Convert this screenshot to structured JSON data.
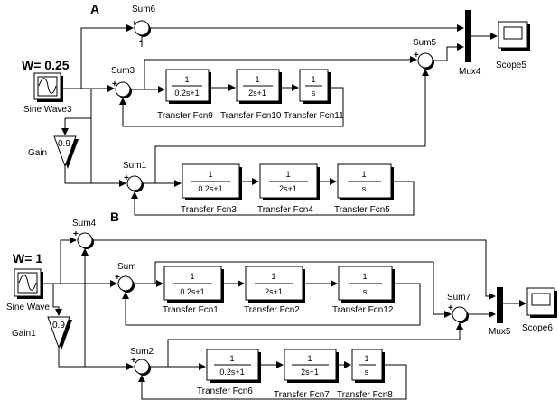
{
  "sections": {
    "a": "A",
    "b": "B"
  },
  "inputs": {
    "w_a": "W= 0.25",
    "w_b": "W= 1"
  },
  "sources": {
    "sine_a": "Sine Wave3",
    "sine_b": "Sine Wave"
  },
  "gains": {
    "gain_a": {
      "label": "Gain",
      "value": "0.9"
    },
    "gain_b": {
      "label": "Gain1",
      "value": "0.9"
    }
  },
  "sums": {
    "sum6": "Sum6",
    "sum3": "Sum3",
    "sum5": "Sum5",
    "sum1": "Sum1",
    "sum4": "Sum4",
    "sum": "Sum",
    "sum7": "Sum7",
    "sum2": "Sum2"
  },
  "mux": {
    "mux4": "Mux4",
    "mux5": "Mux5"
  },
  "scopes": {
    "scope5": "Scope5",
    "scope6": "Scope6"
  },
  "tf": {
    "fcn9": {
      "label": "Transfer Fcn9",
      "num": "1",
      "den": "0.2s+1"
    },
    "fcn10": {
      "label": "Transfer Fcn10",
      "num": "1",
      "den": "2s+1"
    },
    "fcn11": {
      "label": "Transfer Fcn11",
      "num": "1",
      "den": "s"
    },
    "fcn3": {
      "label": "Transfer Fcn3",
      "num": "1",
      "den": "0.2s+1"
    },
    "fcn4": {
      "label": "Transfer Fcn4",
      "num": "1",
      "den": "2s+1"
    },
    "fcn5": {
      "label": "Transfer Fcn5",
      "num": "1",
      "den": "s"
    },
    "fcn1": {
      "label": "Transfer Fcn1",
      "num": "1",
      "den": "0.2s+1"
    },
    "fcn2": {
      "label": "Transfer Fcn2",
      "num": "1",
      "den": "2s+1"
    },
    "fcn12": {
      "label": "Transfer Fcn12",
      "num": "1",
      "den": "s"
    },
    "fcn6": {
      "label": "Transfer Fcn6",
      "num": "1",
      "den": "0.2s+1"
    },
    "fcn7": {
      "label": "Transfer Fcn7",
      "num": "1",
      "den": "2s+1"
    },
    "fcn8": {
      "label": "Transfer Fcn8",
      "num": "1",
      "den": "s"
    }
  },
  "signs": {
    "plus": "+",
    "minus": "-"
  }
}
